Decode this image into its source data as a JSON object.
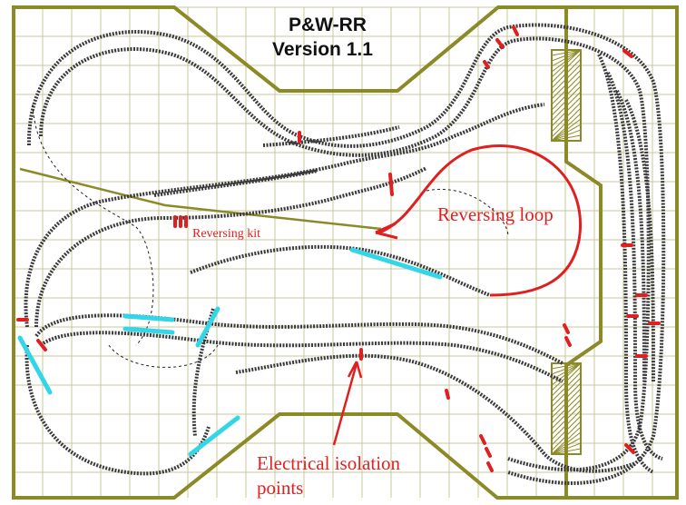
{
  "title": {
    "line1": "P&W-RR",
    "line2": "Version 1.1"
  },
  "annotations": {
    "reversing_loop": "Reversing loop",
    "reversing_kit": "Reversing kit",
    "isolation_line1": "Electrical isolation",
    "isolation_line2": "points"
  },
  "colors": {
    "board_outline": "#8c8a26",
    "grid": "#c9c79a",
    "track": "#3a3a3a",
    "isolation": "#e02020",
    "highlight": "#33d6e6",
    "loop": "#e02020"
  }
}
